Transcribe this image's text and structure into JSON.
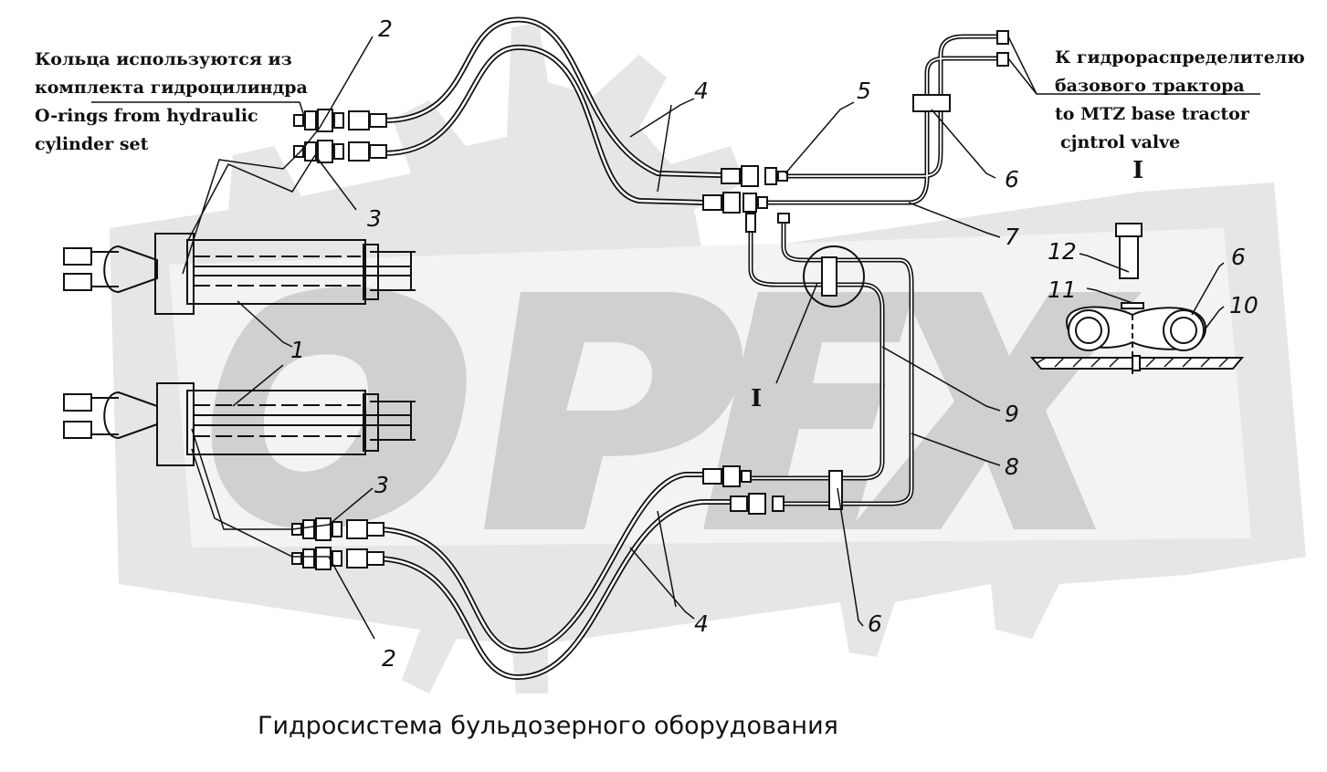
{
  "title": "Гидросистема бульдозерного оборудования",
  "watermark": {
    "text": "OPEX",
    "color": "#d0d0d0"
  },
  "notes": {
    "o_rings_ru_1": "Кольца используются из",
    "o_rings_ru_2": "комплекта гидроцилиндра",
    "o_rings_en_1": "O-rings from hydraulic",
    "o_rings_en_2": "cylinder set",
    "valve_ru_1": "К гидрораспределителю",
    "valve_ru_2": "базового трактора",
    "valve_en_1": "to MTZ base tractor",
    "valve_en_2": "cjntrol valve"
  },
  "view_marks": {
    "detail_mark": "I",
    "detail_title": "I"
  },
  "callouts": {
    "p1": "1",
    "p2_top": "2",
    "p2_bottom": "2",
    "p3_top": "3",
    "p3_bottom": "3",
    "p4_top": "4",
    "p4_bottom": "4",
    "p5": "5",
    "p6_top": "6",
    "p6_bottom": "6",
    "p6_detail": "6",
    "p7": "7",
    "p8": "8",
    "p9": "9",
    "p10": "10",
    "p11": "11",
    "p12": "12"
  },
  "colors": {
    "line": "#111111",
    "background": "#ffffff",
    "watermark": "#d0d0d0"
  }
}
